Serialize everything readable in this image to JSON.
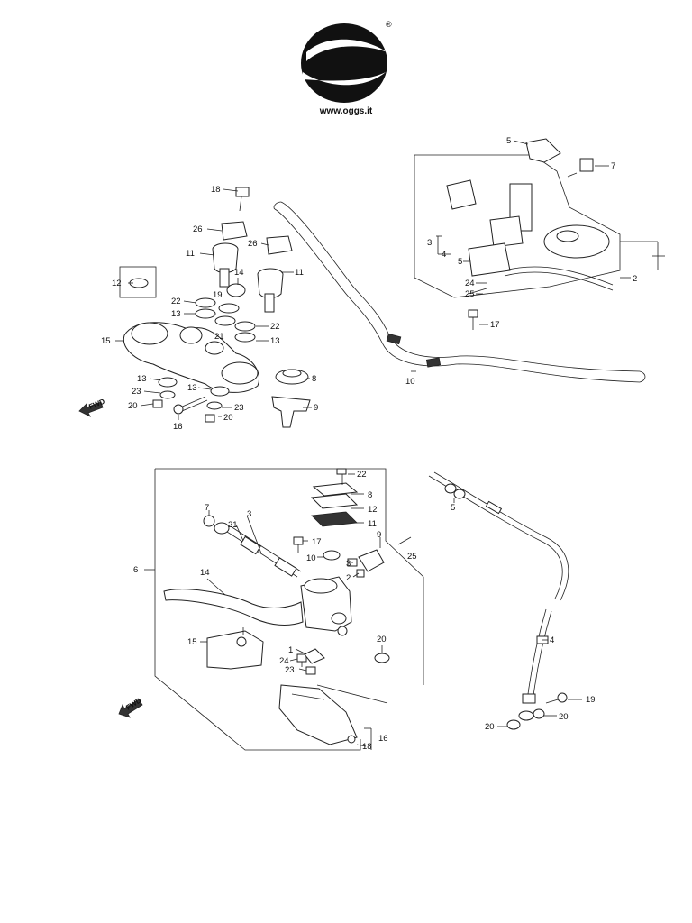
{
  "brand": {
    "website": "www.oggs.it",
    "registered_mark": "®"
  },
  "fwd_label": "FWD",
  "top_assembly_labels": [
    "18",
    "26",
    "26",
    "11",
    "11",
    "12",
    "14",
    "19",
    "22",
    "22",
    "13",
    "13",
    "21",
    "15",
    "13",
    "13",
    "8",
    "23",
    "23",
    "20",
    "20",
    "16",
    "9",
    "10",
    "5",
    "7",
    "3",
    "4",
    "5",
    "2",
    "24",
    "25",
    "17"
  ],
  "bottom_assembly_labels": [
    "22",
    "8",
    "12",
    "11",
    "7",
    "21",
    "3",
    "17",
    "9",
    "6",
    "14",
    "10",
    "3",
    "2",
    "25",
    "15",
    "24",
    "1",
    "20",
    "23",
    "16",
    "18",
    "5",
    "4",
    "19",
    "20",
    "20"
  ]
}
